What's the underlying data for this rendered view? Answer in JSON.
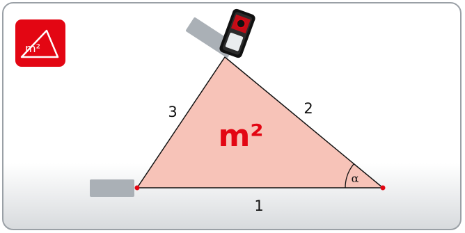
{
  "app_icon": {
    "label": "m²",
    "icon": "triangle-area-icon",
    "color": "#e30613"
  },
  "diagram": {
    "area_label": "m²",
    "side_labels": {
      "side_1": "1",
      "side_2": "2",
      "side_3": "3"
    },
    "angle_label": "α",
    "colors": {
      "triangle_fill": "#f7c3b8",
      "stroke": "#111111",
      "accent": "#e30613",
      "reference_block": "#aab0b6"
    }
  }
}
